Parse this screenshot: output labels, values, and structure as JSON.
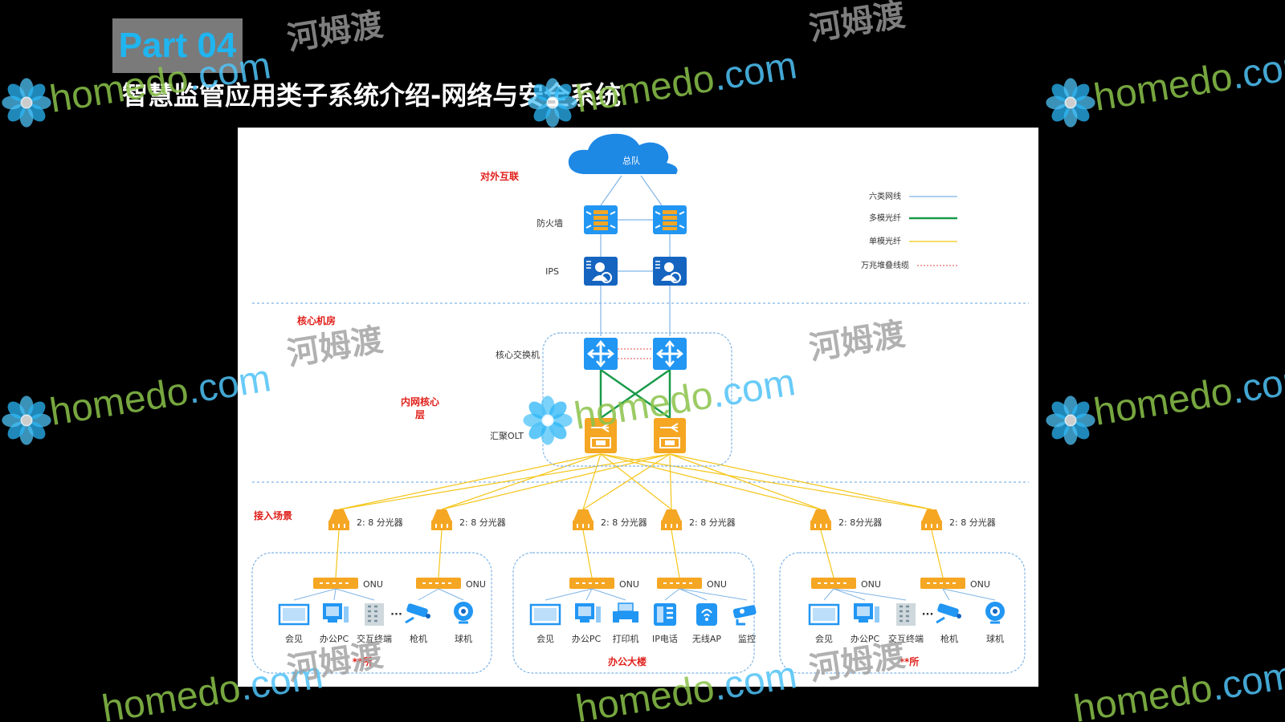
{
  "part_label": "Part 04",
  "page_title": "智慧监管应用类子系统介绍-网络与安全系统",
  "zones": {
    "external": "对外互联",
    "core_room": "核心机房",
    "core_layer": "内网核心层",
    "access": "接入场景"
  },
  "cloud_label": "总队",
  "tiers": {
    "firewall": "防火墙",
    "ips": "IPS",
    "core_switch": "核心交换机",
    "olt": "汇聚OLT"
  },
  "legend": [
    {
      "label": "六类网线",
      "color": "#7fb5e6"
    },
    {
      "label": "多模光纤",
      "color": "#1a9a4a"
    },
    {
      "label": "单模光纤",
      "color": "#f5c518"
    },
    {
      "label": "万兆堆叠线缆",
      "color": "#e24a4a"
    }
  ],
  "splitters": [
    "2: 8 分光器",
    "2: 8 分光器",
    "2: 8 分光器",
    "2: 8 分光器",
    "2: 8分光器",
    "2: 8 分光器"
  ],
  "onu_label": "ONU",
  "ellipsis": "···",
  "groups": [
    {
      "name": "**所",
      "devices": [
        "会见",
        "办公PC",
        "交互终端",
        "枪机",
        "球机"
      ]
    },
    {
      "name": "办公大楼",
      "devices": [
        "会见",
        "办公PC",
        "打印机",
        "IP电话",
        "无线AP",
        "监控"
      ]
    },
    {
      "name": "**所",
      "devices": [
        "会见",
        "办公PC",
        "交互终端",
        "枪机",
        "球机"
      ]
    }
  ],
  "watermarks": {
    "brand": "homedo",
    "domain_dot": ".com",
    "chinese": "河姆渡"
  },
  "colors": {
    "title_accent": "#1fb5f0",
    "zone_label": "#e0201b",
    "device_blue": "#2196f3",
    "device_orange": "#f5a623",
    "ips_blue": "#1565c0"
  }
}
